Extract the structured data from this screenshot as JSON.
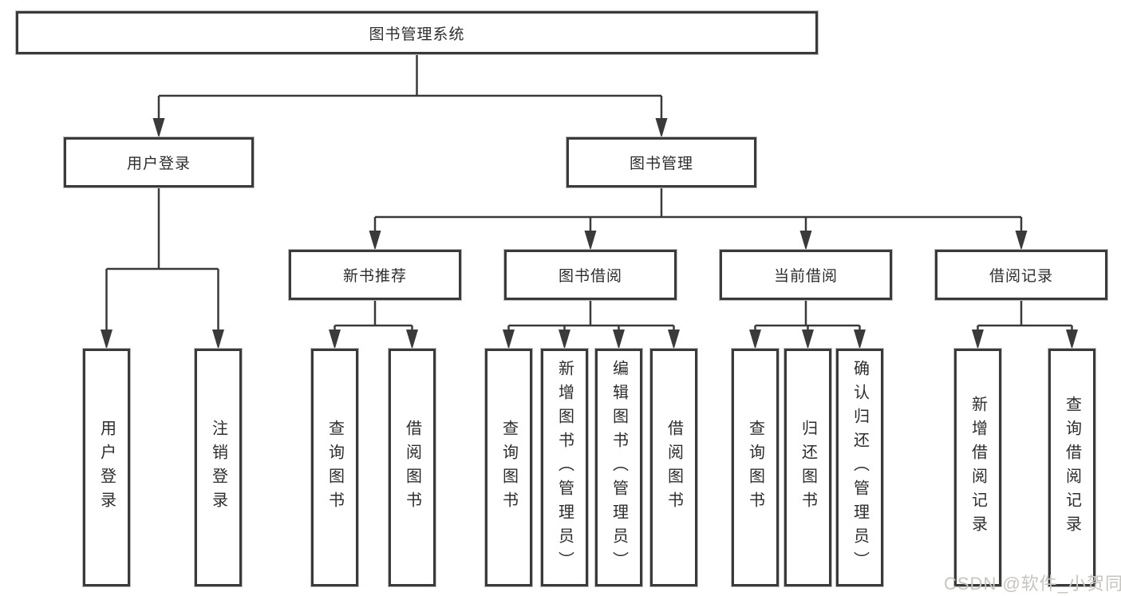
{
  "tree": {
    "root": "图书管理系统",
    "children": [
      {
        "label": "用户登录",
        "children": [
          {
            "label": "用户登录"
          },
          {
            "label": "注销登录"
          }
        ]
      },
      {
        "label": "图书管理",
        "children": [
          {
            "label": "新书推荐",
            "children": [
              {
                "label": "查询图书"
              },
              {
                "label": "借阅图书"
              }
            ]
          },
          {
            "label": "图书借阅",
            "children": [
              {
                "label": "查询图书"
              },
              {
                "label": "新增图书（管理员）"
              },
              {
                "label": "编辑图书（管理员）"
              },
              {
                "label": "借阅图书"
              }
            ]
          },
          {
            "label": "当前借阅",
            "children": [
              {
                "label": "查询图书"
              },
              {
                "label": "归还图书"
              },
              {
                "label": "确认归还（管理员）"
              }
            ]
          },
          {
            "label": "借阅记录",
            "children": [
              {
                "label": "新增借阅记录"
              },
              {
                "label": "查询借阅记录"
              }
            ]
          }
        ]
      }
    ]
  },
  "watermark": "CSDN @软件_小贺同学",
  "colors": {
    "line": "#3a3a3a",
    "box_border": "#3a3a3a",
    "text": "#2d2d2d",
    "background": "#ffffff",
    "watermark": "#c8c4bf"
  }
}
